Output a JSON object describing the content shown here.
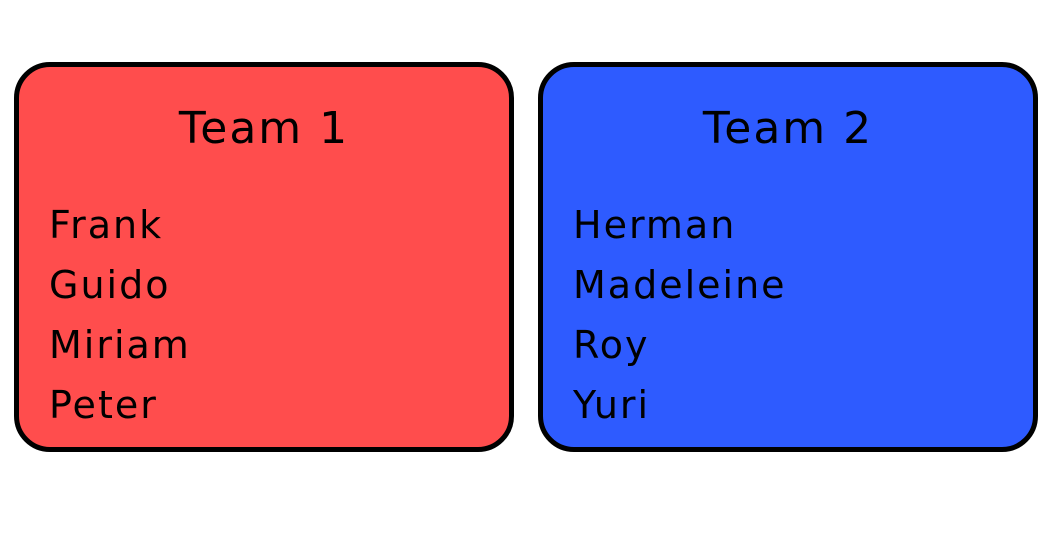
{
  "teams": [
    {
      "title": "Team 1",
      "color": "#ff4d4d",
      "members": [
        "Frank",
        "Guido",
        "Miriam",
        "Peter"
      ]
    },
    {
      "title": "Team 2",
      "color": "#2e5bff",
      "members": [
        "Herman",
        "Madeleine",
        "Roy",
        "Yuri"
      ]
    }
  ]
}
